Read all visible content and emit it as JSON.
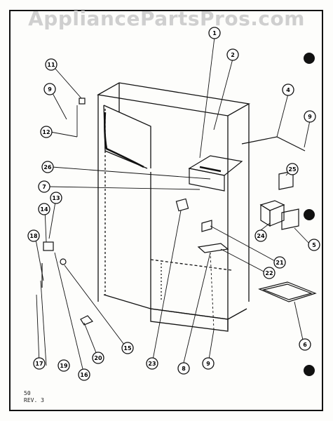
{
  "watermark": "AppliancePartsPros.com",
  "footer": {
    "page_number": "50",
    "revision": "REV. 3"
  },
  "callouts": [
    {
      "id": "1"
    },
    {
      "id": "2"
    },
    {
      "id": "4"
    },
    {
      "id": "9"
    },
    {
      "id": "11"
    },
    {
      "id": "12"
    },
    {
      "id": "9"
    },
    {
      "id": "25"
    },
    {
      "id": "26"
    },
    {
      "id": "7"
    },
    {
      "id": "13"
    },
    {
      "id": "14"
    },
    {
      "id": "18"
    },
    {
      "id": "24"
    },
    {
      "id": "5"
    },
    {
      "id": "21"
    },
    {
      "id": "22"
    },
    {
      "id": "6"
    },
    {
      "id": "15"
    },
    {
      "id": "17"
    },
    {
      "id": "19"
    },
    {
      "id": "16"
    },
    {
      "id": "20"
    },
    {
      "id": "23"
    },
    {
      "id": "8"
    },
    {
      "id": "9"
    }
  ]
}
